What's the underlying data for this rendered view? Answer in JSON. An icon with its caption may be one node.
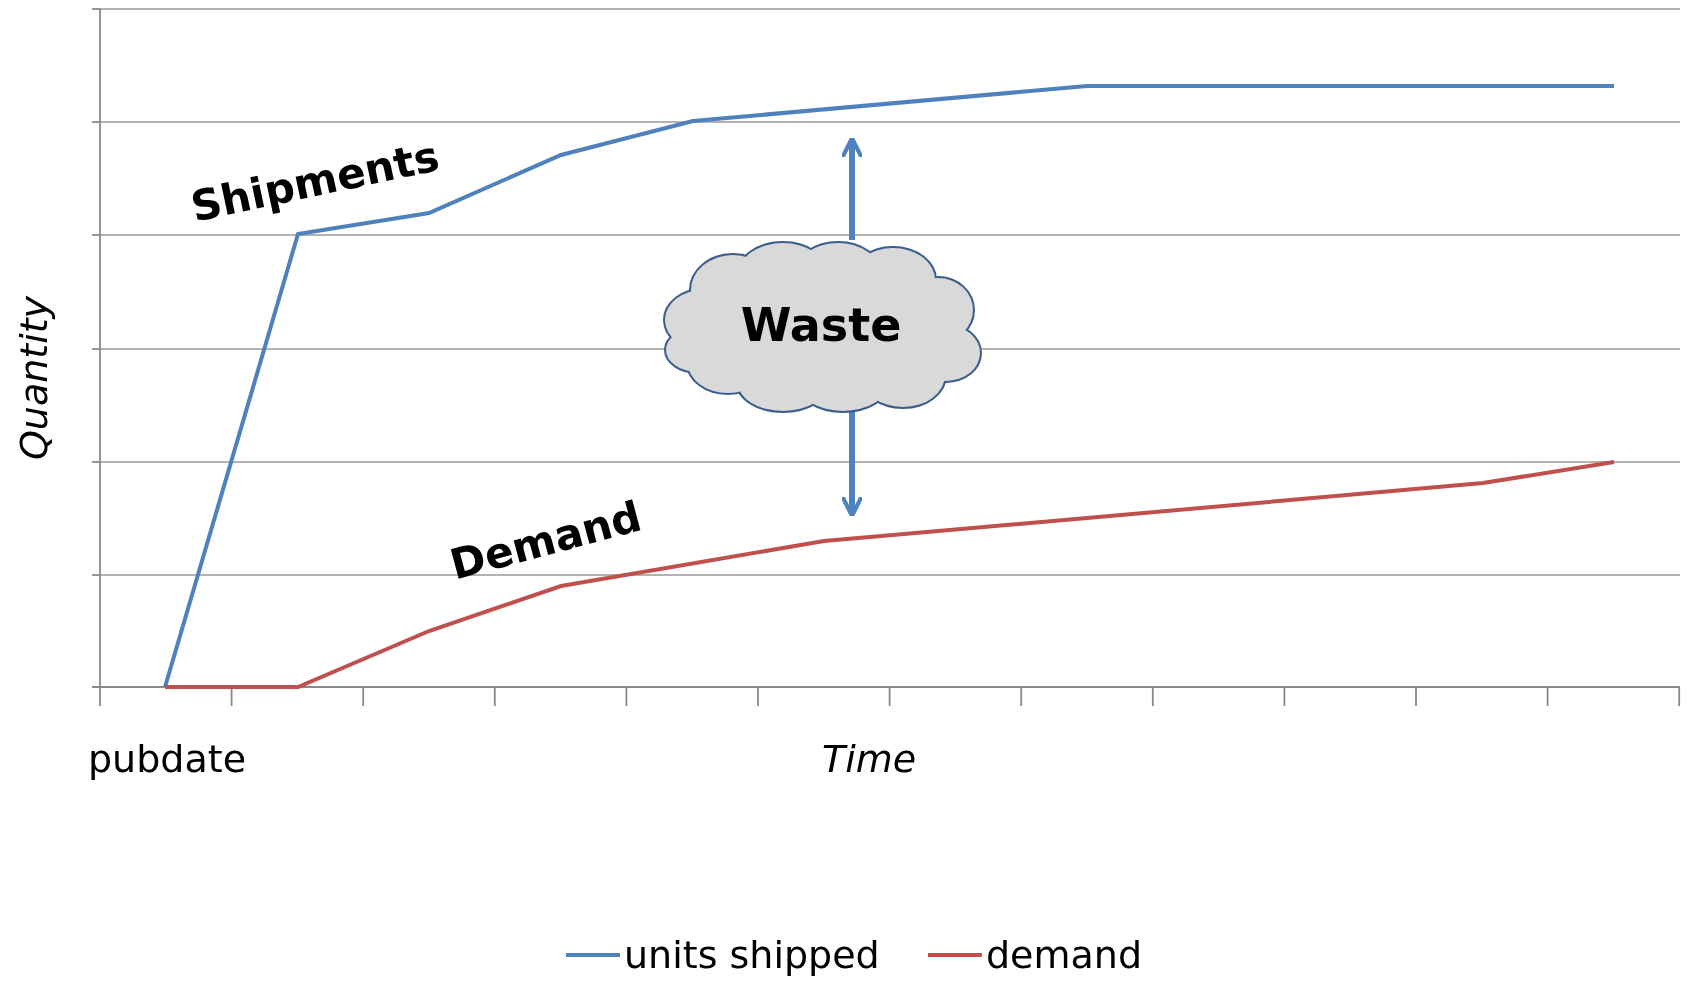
{
  "diagram": {
    "nodes": [
      {
        "text": [
          "Waste"
        ]
      }
    ],
    "edges": [],
    "labels": [
      "Shipments",
      "Quantity",
      "Demand",
      "pubdate",
      "Time"
    ],
    "legend": [
      {
        "text": "units shipped"
      },
      {
        "text": "demand"
      }
    ]
  }
}
